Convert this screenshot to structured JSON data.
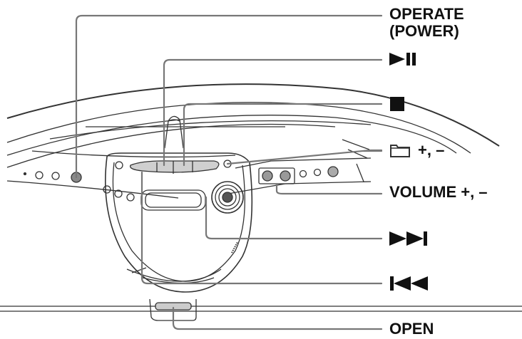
{
  "diagram": {
    "title": "CD player controls",
    "colors": {
      "line": "#333333",
      "leader": "#777777",
      "text": "#111111",
      "background": "#ffffff"
    },
    "labels": [
      {
        "id": "operate",
        "line1": "OPERATE",
        "line2": "(POWER)",
        "icon": null
      },
      {
        "id": "play-pause",
        "text": "",
        "icon": "play-pause-icon"
      },
      {
        "id": "stop",
        "text": "",
        "icon": "stop-icon"
      },
      {
        "id": "folder",
        "text": "+, –",
        "icon": "folder-icon"
      },
      {
        "id": "volume",
        "text": "VOLUME +, –",
        "icon": null
      },
      {
        "id": "next",
        "text": "",
        "icon": "next-track-icon"
      },
      {
        "id": "previous",
        "text": "",
        "icon": "previous-track-icon"
      },
      {
        "id": "open",
        "text": "OPEN",
        "icon": null
      }
    ]
  }
}
